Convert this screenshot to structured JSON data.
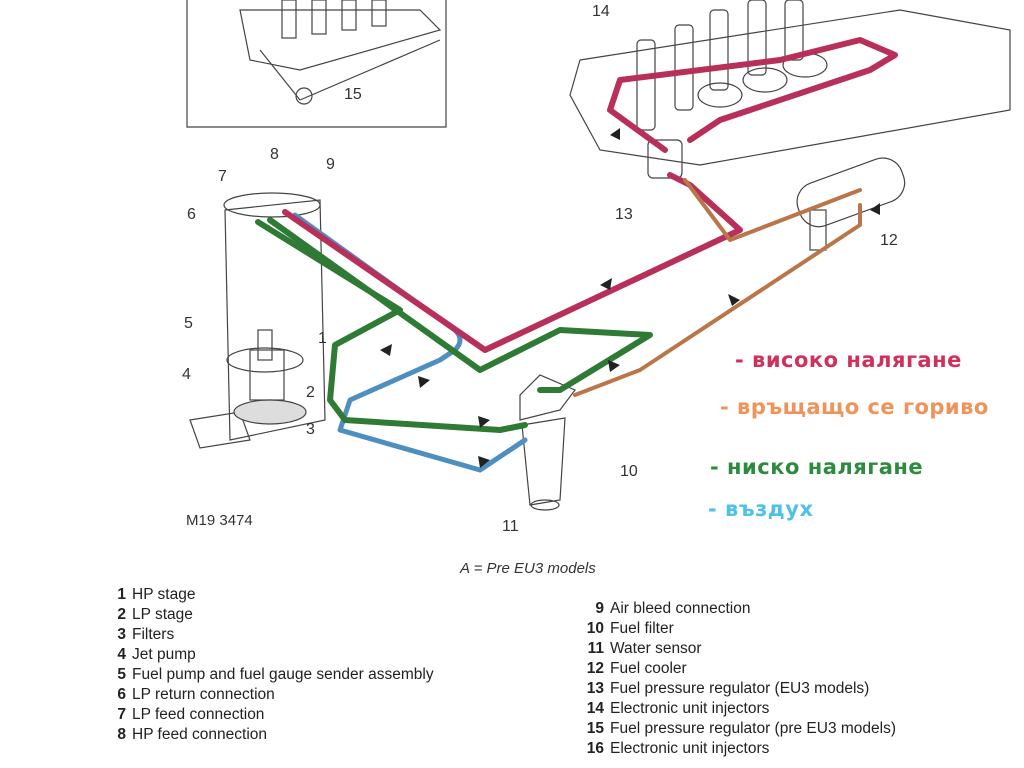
{
  "callouts": [
    "1",
    "2",
    "3",
    "4",
    "5",
    "6",
    "7",
    "8",
    "9",
    "10",
    "11",
    "12",
    "13",
    "14",
    "15"
  ],
  "reference": "M19 3474",
  "caption": "A = Pre EU3 models",
  "handwritten_legend": [
    {
      "text": "- високо налягане",
      "color": "#d0305c"
    },
    {
      "text": "- връщащо се гориво",
      "color": "#f0935a"
    },
    {
      "text": "- ниско налягане",
      "color": "#2e8b3e"
    },
    {
      "text": "- въздух",
      "color": "#4fc0ea"
    }
  ],
  "legend_left": [
    {
      "num": "1",
      "label": "HP stage"
    },
    {
      "num": "2",
      "label": "LP stage"
    },
    {
      "num": "3",
      "label": "Filters"
    },
    {
      "num": "4",
      "label": "Jet pump"
    },
    {
      "num": "5",
      "label": "Fuel pump and fuel gauge sender assembly"
    },
    {
      "num": "6",
      "label": "LP return connection"
    },
    {
      "num": "7",
      "label": "LP feed connection"
    },
    {
      "num": "8",
      "label": "HP feed connection"
    }
  ],
  "legend_right": [
    {
      "num": "9",
      "label": "Air bleed connection"
    },
    {
      "num": "10",
      "label": "Fuel filter"
    },
    {
      "num": "11",
      "label": "Water sensor"
    },
    {
      "num": "12",
      "label": "Fuel cooler"
    },
    {
      "num": "13",
      "label": "Fuel pressure regulator (EU3 models)"
    },
    {
      "num": "14",
      "label": "Electronic unit injectors"
    },
    {
      "num": "15",
      "label": "Fuel pressure regulator (pre EU3 models)"
    },
    {
      "num": "16",
      "label": "Electronic unit injectors"
    }
  ],
  "colors": {
    "high_pressure": "#b8305a",
    "return": "#b9764a",
    "low_pressure": "#2f7a35",
    "air": "#4f8fc0"
  }
}
